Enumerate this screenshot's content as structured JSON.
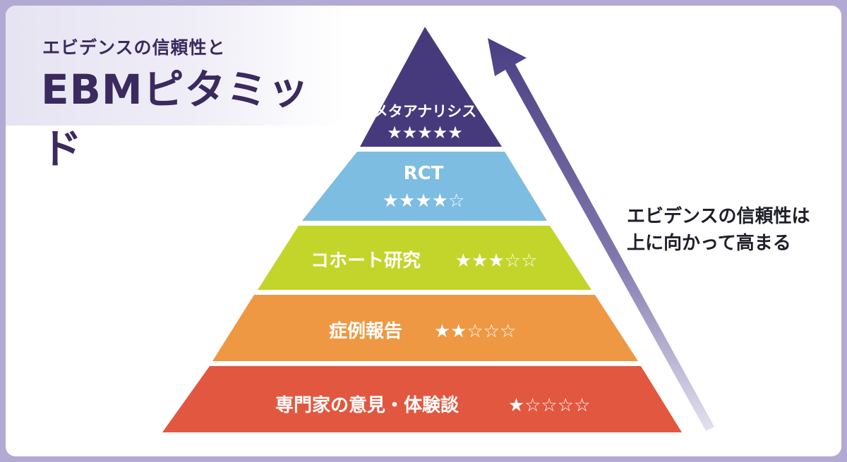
{
  "header": {
    "subtitle": "エビデンスの信頼性と",
    "title": "EBMピタミッド"
  },
  "pyramid": {
    "levels": [
      {
        "label": "メタアナリシス",
        "stars": "★★★★★",
        "rating": 5,
        "color": "#473a7c"
      },
      {
        "label": "RCT",
        "stars": "★★★★☆",
        "rating": 4,
        "color": "#7dbde2"
      },
      {
        "label": "コホート研究",
        "stars": "★★★☆☆",
        "rating": 3,
        "color": "#c3d52a"
      },
      {
        "label": "症例報告",
        "stars": "★★☆☆☆",
        "rating": 2,
        "color": "#ee9843"
      },
      {
        "label": "専門家の意見・体験談",
        "stars": "★☆☆☆☆",
        "rating": 1,
        "color": "#e2573f"
      }
    ]
  },
  "note": {
    "line1": "エビデンスの信頼性は",
    "line2": "上に向かって高まる"
  },
  "colors": {
    "background": "#b3aad3",
    "title_text": "#3a2a5e",
    "arrow_top": "#4a3f82",
    "arrow_bottom": "#e4e1ef"
  }
}
